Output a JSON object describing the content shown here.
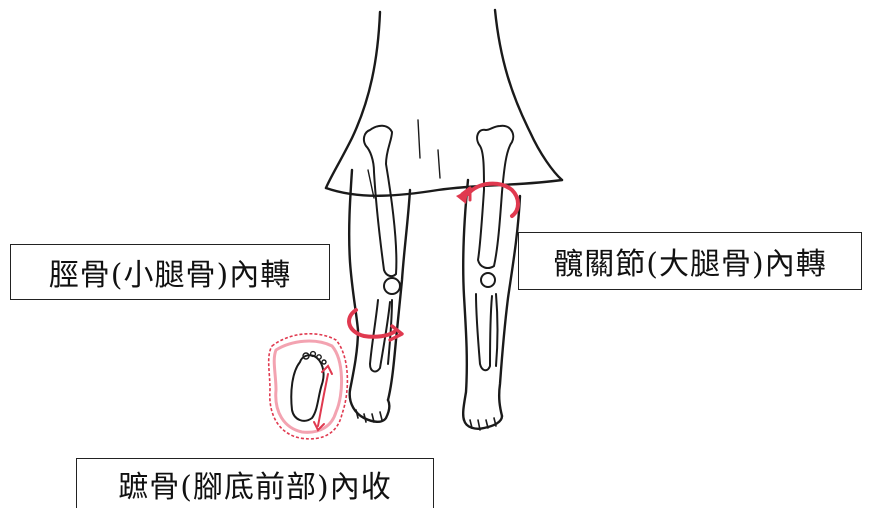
{
  "labels": {
    "tibia": "脛骨(小腿骨)內轉",
    "hip": "髖關節(大腿骨)內轉",
    "metatarsal": "蹠骨(腳底前部)內收"
  },
  "colors": {
    "line": "#1a1a1a",
    "arrow": "#e0394f",
    "inset_halo": "#f3a3b1"
  },
  "icons": {
    "rotation_arrow": "curved-arrow-icon",
    "foot_inset": "foot-sole-icon"
  }
}
